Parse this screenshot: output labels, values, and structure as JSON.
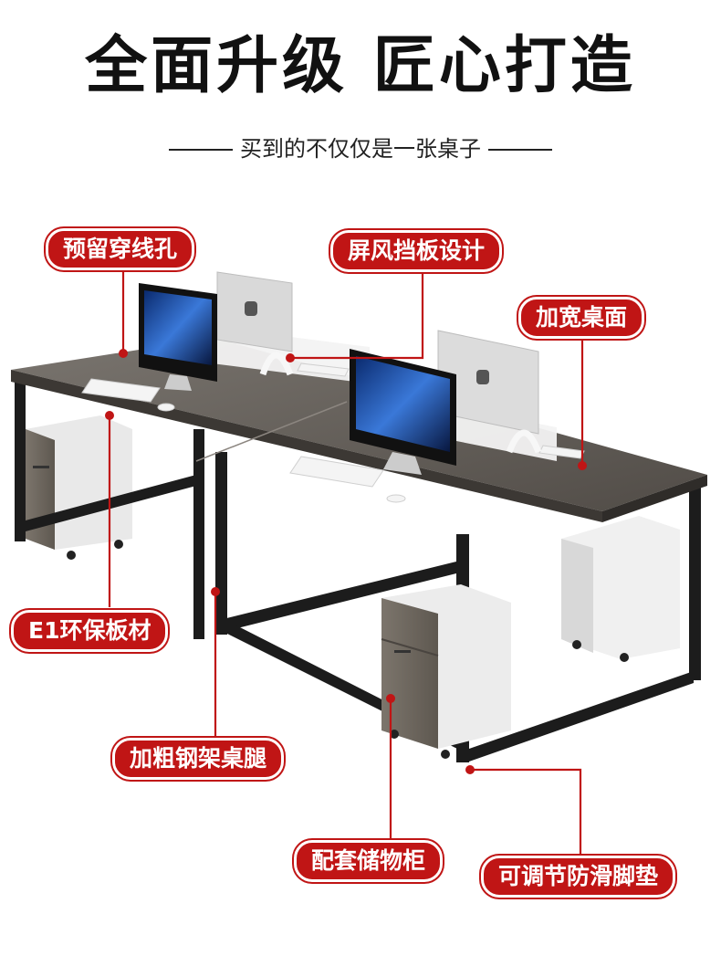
{
  "headline": "全面升级 匠心打造",
  "tagline": "买到的不仅仅是一张桌子",
  "colors": {
    "accent": "#c01515",
    "desktop": "#5f5a55",
    "frame": "#1a1a1a",
    "cabinet_wood": "#6e675f"
  },
  "labels": {
    "wire_hole": "预留穿线孔",
    "screen_panel": "屏风挡板设计",
    "wide_top": "加宽桌面",
    "e1_board": "E1环保板材",
    "steel_legs": "加粗钢架桌腿",
    "cabinet": "配套储物柜",
    "foot_pads": "可调节防滑脚垫"
  }
}
